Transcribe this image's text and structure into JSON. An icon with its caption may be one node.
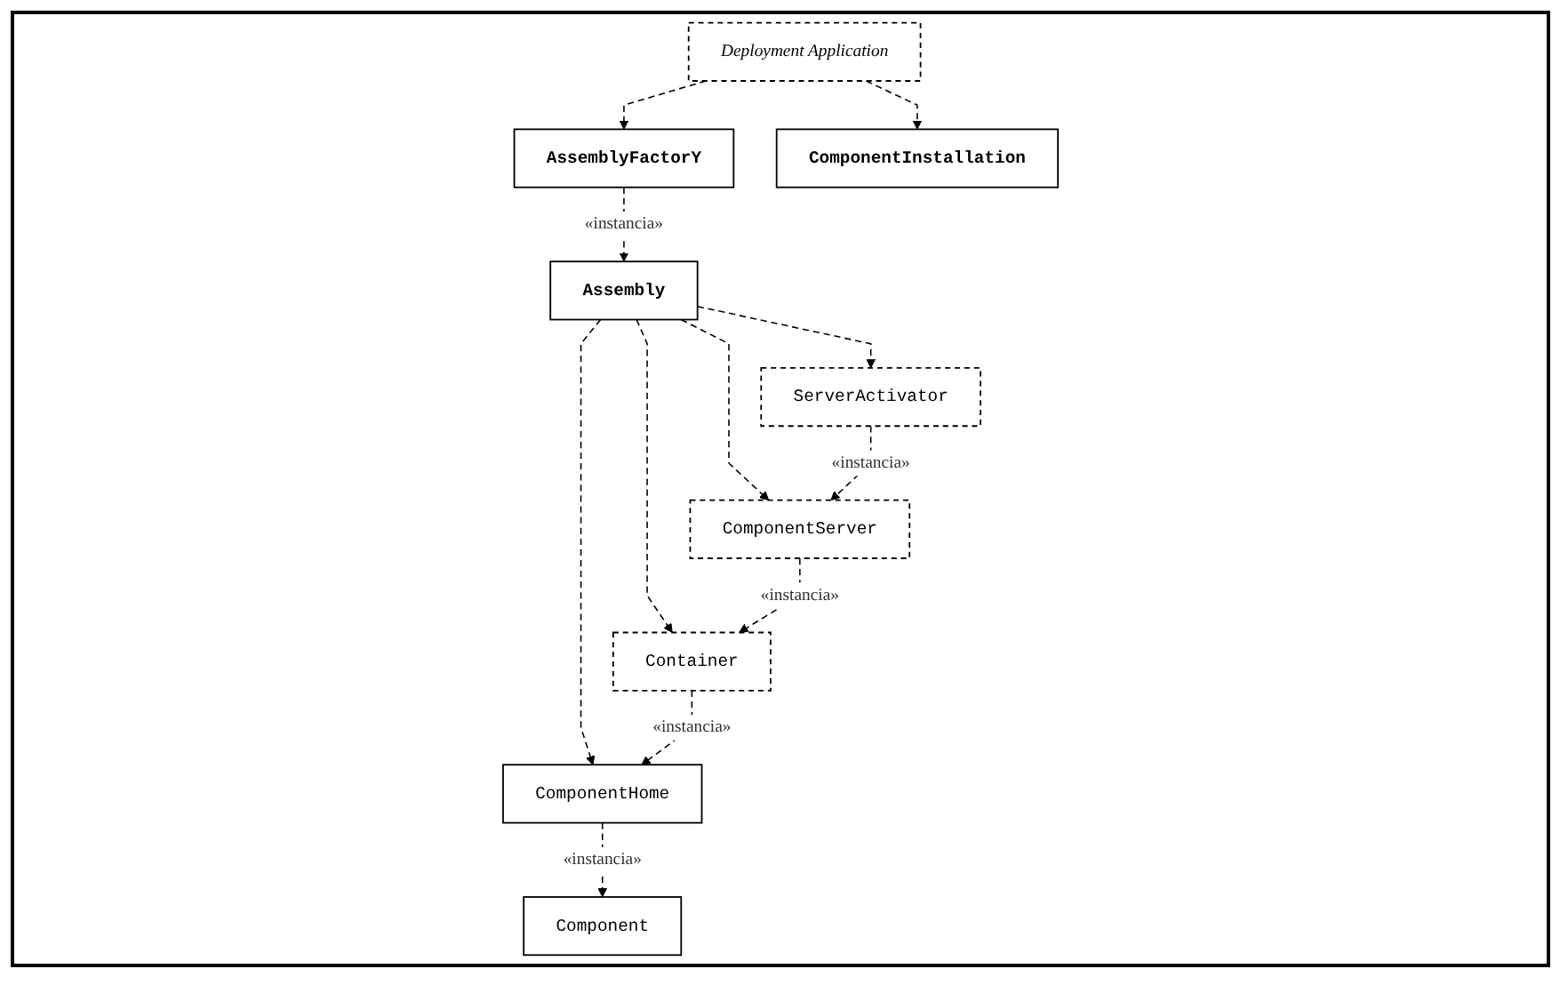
{
  "diagram": {
    "nodes": [
      {
        "text": [
          "AssemblyFactorY"
        ]
      },
      {
        "text": [
          "Assembly"
        ]
      },
      {
        "text": [
          "ServerActivator"
        ]
      },
      {
        "text": [
          "ComponentServer"
        ]
      },
      {
        "text": [
          "Deployment Application"
        ]
      },
      {
        "text": [
          "Container"
        ]
      },
      {
        "text": [
          "ComponentHome"
        ]
      },
      {
        "text": [
          "ComponentInstallation"
        ]
      },
      {
        "text": [
          "Component"
        ]
      }
    ],
    "edges": [
      {
        "from": 0,
        "to": 1,
        "arrow": "to",
        "label": "«instancia»",
        "style": "dashed"
      },
      {
        "from": 1,
        "to": 2,
        "arrow": "to",
        "style": "dashed"
      },
      {
        "from": 1,
        "to": 3,
        "arrow": "to",
        "style": "dashed"
      },
      {
        "from": 1,
        "to": 5,
        "arrow": "to",
        "style": "dashed"
      },
      {
        "from": 1,
        "to": 6,
        "arrow": "to",
        "style": "dashed"
      },
      {
        "from": 2,
        "to": 3,
        "arrow": "to",
        "label": "«instancia»",
        "style": "dashed"
      },
      {
        "from": 3,
        "to": 5,
        "arrow": "to",
        "label": "«instancia»",
        "style": "dashed"
      },
      {
        "from": 5,
        "to": 6,
        "arrow": "to",
        "label": "«instancia»",
        "style": "dashed"
      },
      {
        "from": 6,
        "to": 8,
        "arrow": "to",
        "label": "«instancia»",
        "style": "dashed"
      },
      {
        "from": 4,
        "to": 0,
        "arrow": "to",
        "style": "dashed"
      },
      {
        "from": 4,
        "to": 7,
        "arrow": "to",
        "style": "dashed"
      }
    ]
  }
}
